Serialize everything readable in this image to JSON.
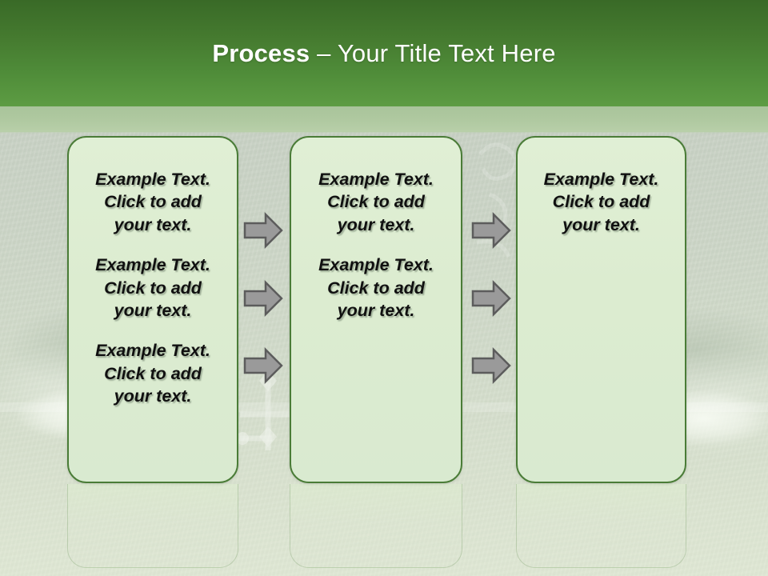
{
  "slide": {
    "title_strong": "Process",
    "title_rest": " – Your Title Text Here",
    "theme": {
      "header_top": "#396a27",
      "header_bottom": "#5d9c43",
      "band": "#aec89f",
      "box_fill": "#dcecd0",
      "box_border": "#4a7c37",
      "arrow_fill": "#9a9a9a",
      "arrow_border": "#5c5c5c",
      "text": "#101010"
    }
  },
  "process": {
    "columns": [
      {
        "name": "column-1",
        "blocks": [
          "Example Text.\nClick  to add\nyour text.",
          "Example Text.\nClick  to add\nyour text.",
          "Example Text.\nClick  to add\nyour text."
        ]
      },
      {
        "name": "column-2",
        "blocks": [
          "Example Text.\nClick  to add\nyour text.",
          "Example Text.\nClick  to add\nyour text."
        ]
      },
      {
        "name": "column-3",
        "blocks": [
          "Example Text.\nClick  to add\nyour text."
        ]
      }
    ],
    "connector_groups": [
      {
        "name": "connectors-1-to-2",
        "count": 3
      },
      {
        "name": "connectors-2-to-3",
        "count": 3
      }
    ]
  }
}
